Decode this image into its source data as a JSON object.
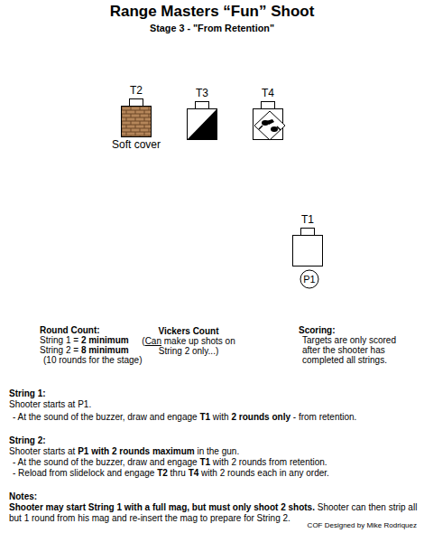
{
  "diagram": {
    "title": "Range Masters “Fun” Shoot",
    "nodes": [
      {
        "text": [
          "T2",
          "Soft cover"
        ]
      },
      {
        "text": [
          "T3"
        ]
      },
      {
        "text": [
          "T4"
        ]
      },
      {
        "text": [
          "T1"
        ]
      },
      {
        "text": [
          "P1"
        ]
      }
    ],
    "labels": [
      "Stage 3 - \"From Retention\"",
      "Round Count:",
      "String 1 =",
      "2 minimum",
      "String 2 =",
      "8 minimum",
      "(10 rounds for the stage)",
      "Vickers Count",
      "(",
      "Can",
      "make up shots on String 2 only...)",
      "Scoring:",
      "Targets are only scored after the shooter has completed all strings.",
      "String 1:",
      "Shooter starts at P1.",
      "- At the sound of the buzzer, draw and engage",
      "T1",
      "with",
      "2 rounds only",
      "- from retention.",
      "String 2:",
      "Shooter starts at",
      "P1 with 2 rounds maximum",
      "in the gun.",
      "- At the sound of the buzzer, draw and engage",
      "T1",
      "with 2 rounds from retention.",
      "- Reload from slidelock and engage",
      "T2",
      "thru",
      "T4",
      "with 2 rounds each in any order.",
      "Notes:",
      "Shooter may start String 1 with a full mag, but must only shoot 2 shots.",
      "Shooter can then strip all but 1 round from his mag and re-insert the mag to prepare for String 2.",
      "COF Designed by Mike Rodriquez"
    ]
  }
}
